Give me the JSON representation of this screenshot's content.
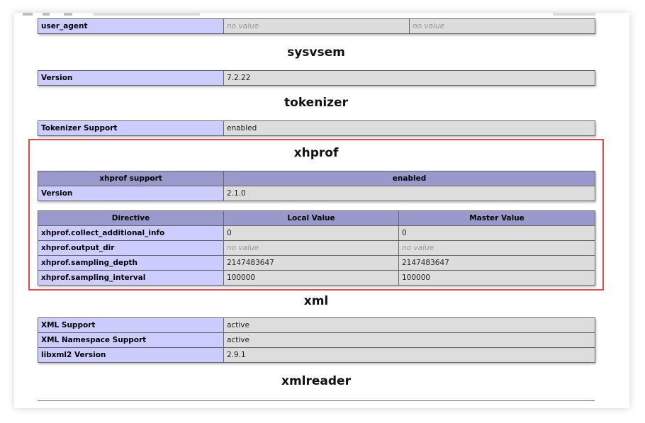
{
  "top_rows": [
    {
      "name": "user_agent",
      "local": "no value",
      "master": "no value"
    }
  ],
  "sysvsem": {
    "title": "sysvsem",
    "rows": [
      {
        "name": "Version",
        "value": "7.2.22"
      }
    ]
  },
  "tokenizer": {
    "title": "tokenizer",
    "rows": [
      {
        "name": "Tokenizer Support",
        "value": "enabled"
      }
    ]
  },
  "xhprof": {
    "title": "xhprof",
    "support_header": {
      "name": "xhprof support",
      "value": "enabled"
    },
    "info_rows": [
      {
        "name": "Version",
        "value": "2.1.0"
      }
    ],
    "directive_headers": {
      "directive": "Directive",
      "local": "Local Value",
      "master": "Master Value"
    },
    "directives": [
      {
        "name": "xhprof.collect_additional_info",
        "local": "0",
        "master": "0"
      },
      {
        "name": "xhprof.output_dir",
        "local": "no value",
        "master": "no value"
      },
      {
        "name": "xhprof.sampling_depth",
        "local": "2147483647",
        "master": "2147483647"
      },
      {
        "name": "xhprof.sampling_interval",
        "local": "100000",
        "master": "100000"
      }
    ]
  },
  "xml": {
    "title": "xml",
    "rows": [
      {
        "name": "XML Support",
        "value": "active"
      },
      {
        "name": "XML Namespace Support",
        "value": "active"
      },
      {
        "name": "libxml2 Version",
        "value": "2.9.1"
      }
    ]
  },
  "xmlreader": {
    "title": "xmlreader"
  },
  "colors": {
    "label_cell": "#ccccff",
    "value_cell": "#dddddd",
    "header_cell": "#9999cc",
    "highlight_border": "#e24a4a"
  }
}
